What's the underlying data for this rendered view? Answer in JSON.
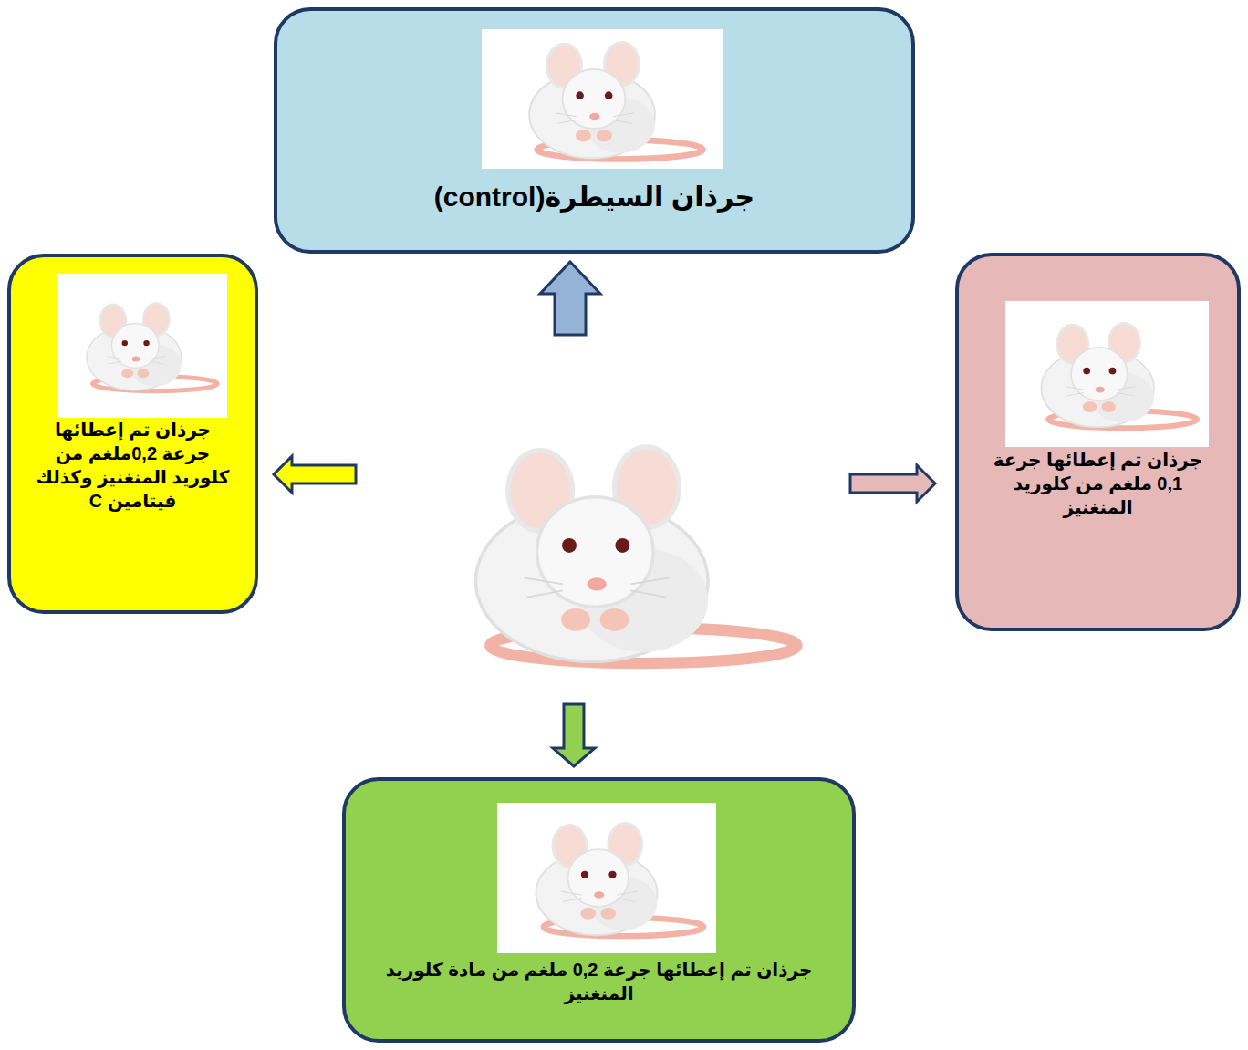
{
  "diagram": {
    "nodes": [
      {
        "text": [
          "جرذان السيطرة(control)"
        ]
      },
      {
        "text": [
          "جرذان تم إعطائها جرعة 0,1 ملغم من كلوريد المنغنيز"
        ]
      },
      {
        "text": [
          "جرذان تم إعطائها جرعة 0,2ملغم من كلوريد المنغنيز وكذلك فيتامين C"
        ]
      },
      {
        "text": [
          "جرذان تم إعطائها جرعة 0,2 ملغم من مادة كلوريد المنغنيز"
        ]
      }
    ]
  }
}
